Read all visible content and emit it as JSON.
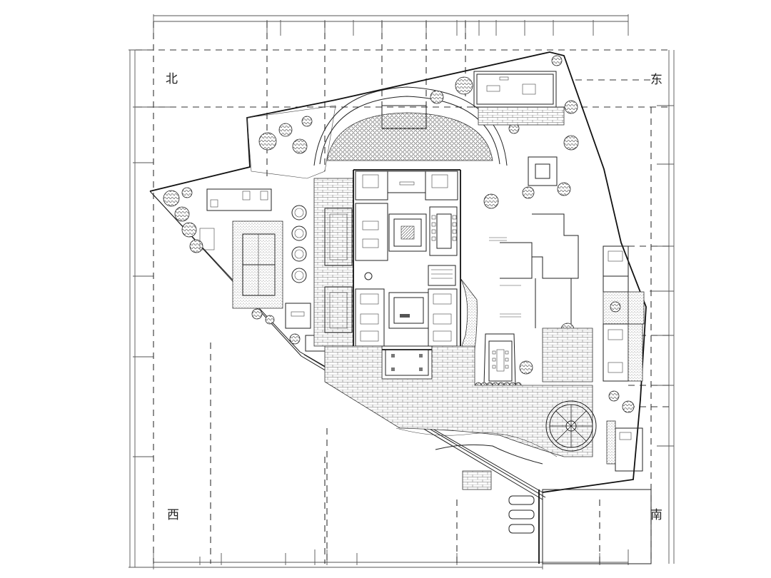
{
  "drawing": {
    "type": "site master plan (architectural floor/landscape plan)",
    "style": "black line drawing on white"
  },
  "compass_labels": {
    "north": "北",
    "east": "东",
    "west": "西",
    "south": "南"
  },
  "zones": {
    "north_garden": "semicircular cobble plaza with arc pergola and planted beds",
    "northeast_pavilion": "rectangular pavilion with lounge furniture",
    "west_court": "sports court with pitch lines and tree row",
    "round_tables": 4,
    "main_building": "courtyard residence with central square hall, meeting table, bedrooms and bathrooms",
    "east_garden": "stepped garden terraces with scattered stones",
    "dining_pavilion": "small pavilion with dining table for 8",
    "south_plaza": "large paved brick plaza",
    "round_gazebo": "circular radial gazebo",
    "east_wing": "narrow row of bedrooms along east boundary",
    "parking": {
      "cars": 3
    }
  }
}
